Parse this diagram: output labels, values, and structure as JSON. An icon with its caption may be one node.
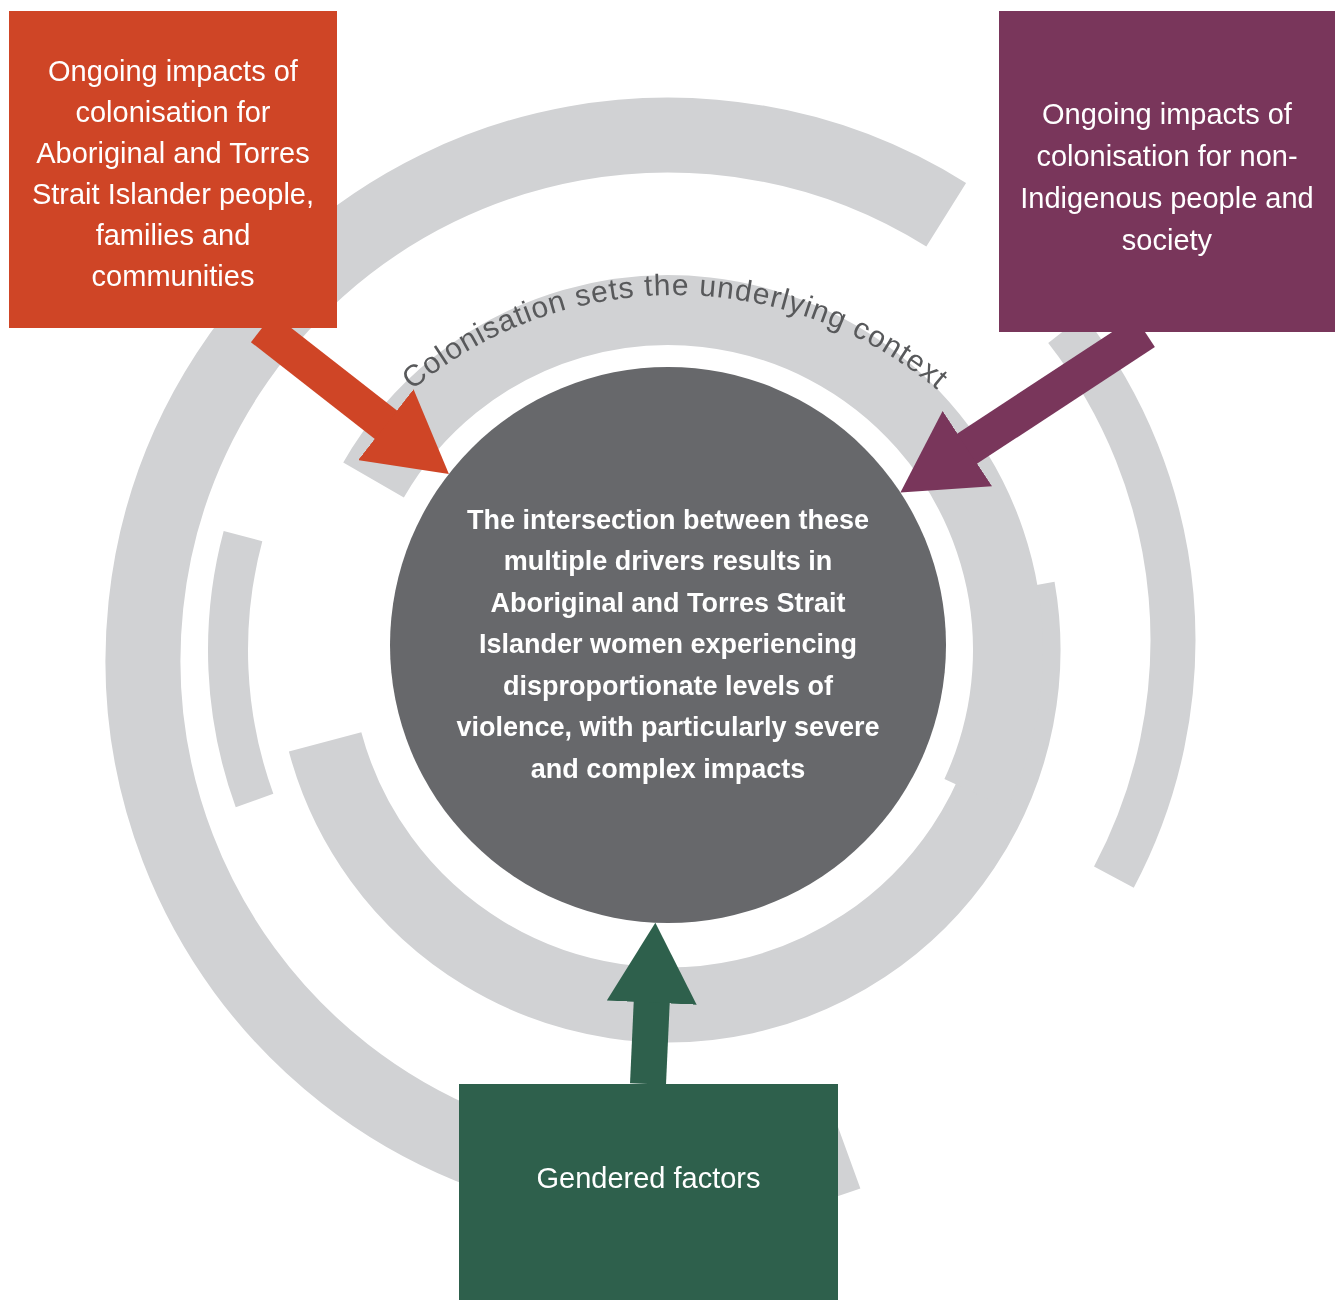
{
  "diagram": {
    "nodes": [
      {
        "text": [
          "Ongoing impacts of colonisation for Aboriginal and Torres Strait Islander people, families and communities"
        ]
      },
      {
        "text": [
          "Ongoing impacts of colonisation for non-Indigenous people and society"
        ]
      },
      {
        "text": [
          "The intersection between these multiple drivers results in Aboriginal and Torres Strait Islander women experiencing disproportionate levels of violence, with particularly severe and complex impacts"
        ]
      },
      {
        "text": [
          "Gendered factors"
        ]
      }
    ],
    "edges": [
      {
        "from": 0,
        "to": 2,
        "arrow": "to",
        "color": "#cf4526"
      },
      {
        "from": 1,
        "to": 2,
        "arrow": "to",
        "color": "#79365b"
      },
      {
        "from": 3,
        "to": 2,
        "arrow": "to",
        "color": "#2e604c"
      }
    ],
    "labels": [
      "Colonisation sets the underlying context"
    ]
  }
}
